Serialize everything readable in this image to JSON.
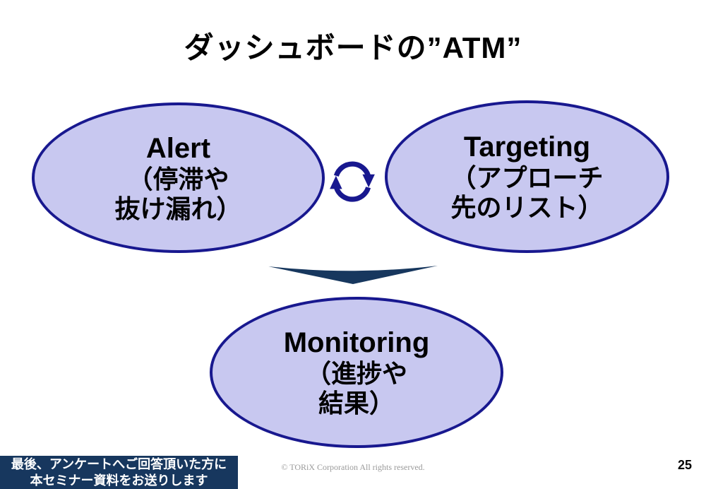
{
  "slide": {
    "title": "ダッシュボードの”ATM”",
    "page_number": "25",
    "copyright": "© TORiX Corporation All rights reserved.",
    "footer_note": {
      "line1": "最後、アンケートへご回答頂いた方に",
      "line2": "本セミナー資料をお送りします"
    }
  },
  "diagram": {
    "nodes": [
      {
        "id": "alert",
        "title": "Alert",
        "subtitle_line1": "（停滞や",
        "subtitle_line2": "抜け漏れ）"
      },
      {
        "id": "targeting",
        "title": "Targeting",
        "subtitle_line1": "（アプローチ",
        "subtitle_line2": "先のリスト）"
      },
      {
        "id": "monitoring",
        "title": "Monitoring",
        "subtitle_line1": "（進捗や",
        "subtitle_line2": "結果）"
      }
    ],
    "icons": [
      {
        "name": "sync-arrows-icon",
        "between": [
          "alert",
          "targeting"
        ]
      },
      {
        "name": "down-arrow-icon",
        "points_to": "monitoring"
      }
    ],
    "colors": {
      "ellipse_fill": "#c8c8f0",
      "ellipse_border": "#18188f",
      "sync_arrows": "#18188f",
      "down_arrow": "#17375e",
      "footer_box_bg": "#17375e",
      "footer_text": "#ffffff",
      "copyright_text": "#9a9a9a",
      "title_text": "#000000"
    }
  }
}
